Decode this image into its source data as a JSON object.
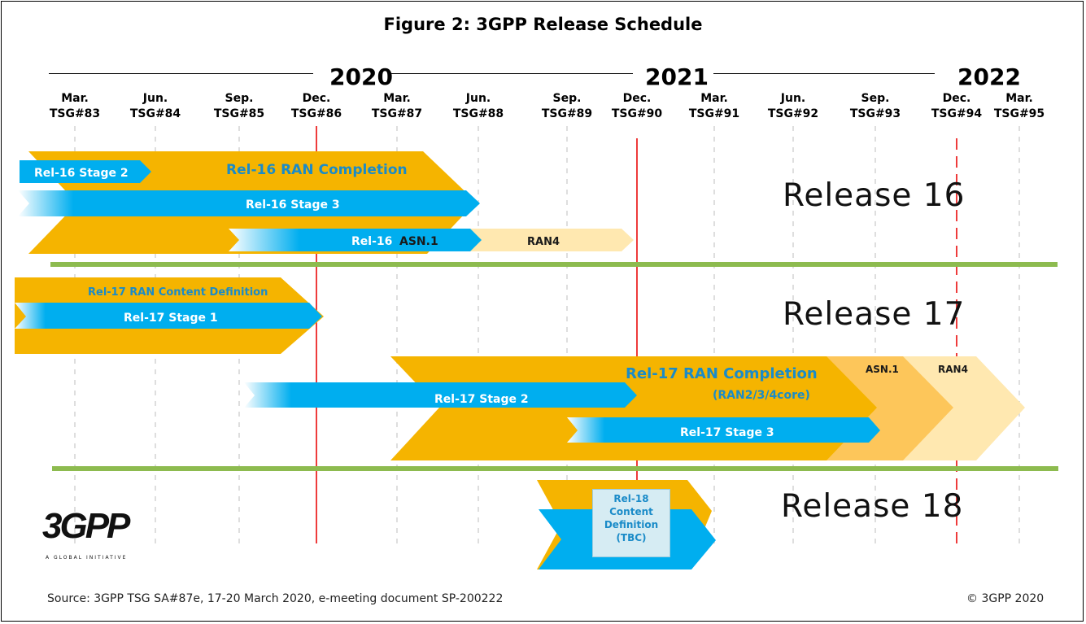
{
  "title": "Figure 2: 3GPP Release Schedule",
  "years": [
    "2020",
    "2021",
    "2022"
  ],
  "meetings": [
    {
      "month": "Mar.",
      "tsg": "TSG#83"
    },
    {
      "month": "Jun.",
      "tsg": "TSG#84"
    },
    {
      "month": "Sep.",
      "tsg": "TSG#85"
    },
    {
      "month": "Dec.",
      "tsg": "TSG#86"
    },
    {
      "month": "Mar.",
      "tsg": "TSG#87"
    },
    {
      "month": "Jun.",
      "tsg": "TSG#88"
    },
    {
      "month": "Sep.",
      "tsg": "TSG#89"
    },
    {
      "month": "Dec.",
      "tsg": "TSG#90"
    },
    {
      "month": "Mar.",
      "tsg": "TSG#91"
    },
    {
      "month": "Jun.",
      "tsg": "TSG#92"
    },
    {
      "month": "Sep.",
      "tsg": "TSG#93"
    },
    {
      "month": "Dec.",
      "tsg": "TSG#94"
    },
    {
      "month": "Mar.",
      "tsg": "TSG#95"
    }
  ],
  "releases": {
    "r16": "Release 16",
    "r17": "Release 17",
    "r18": "Release 18"
  },
  "bars": {
    "rel16_ran_completion": "Rel-16 RAN Completion",
    "rel16_stage2": "Rel-16 Stage 2",
    "rel16_stage3": "Rel-16 Stage 3",
    "rel16_asn1_prefix": "Rel-16",
    "rel16_asn1_suffix": "ASN.1",
    "rel16_ran4": "RAN4",
    "rel17_ran_content": "Rel-17 RAN Content Definition",
    "rel17_stage1": "Rel-17 Stage 1",
    "rel17_ran_completion": "Rel-17 RAN Completion",
    "rel17_ran_completion_sub": "(RAN2/3/4core)",
    "rel17_asn1": "ASN.1",
    "rel17_ran4": "RAN4",
    "rel17_stage2": "Rel-17 Stage 2",
    "rel17_stage3": "Rel-17 Stage 3",
    "rel18_box": [
      "Rel-18",
      "Content",
      "Definition",
      "(TBC)"
    ]
  },
  "colors": {
    "orange": "#f5b400",
    "blue": "#00aeef",
    "light_orange": "#ffe8b0",
    "mid_orange": "#fdc65a",
    "green_divider": "#8dbb4f",
    "red_line": "#ee3b3b",
    "label_blue": "#1a8bc8"
  },
  "logo": {
    "text": "3GPP",
    "tagline": "A GLOBAL INITIATIVE"
  },
  "source": "Source: 3GPP TSG SA#87e, 17-20 March 2020, e-meeting document SP-200222",
  "copyright": "© 3GPP 2020"
}
